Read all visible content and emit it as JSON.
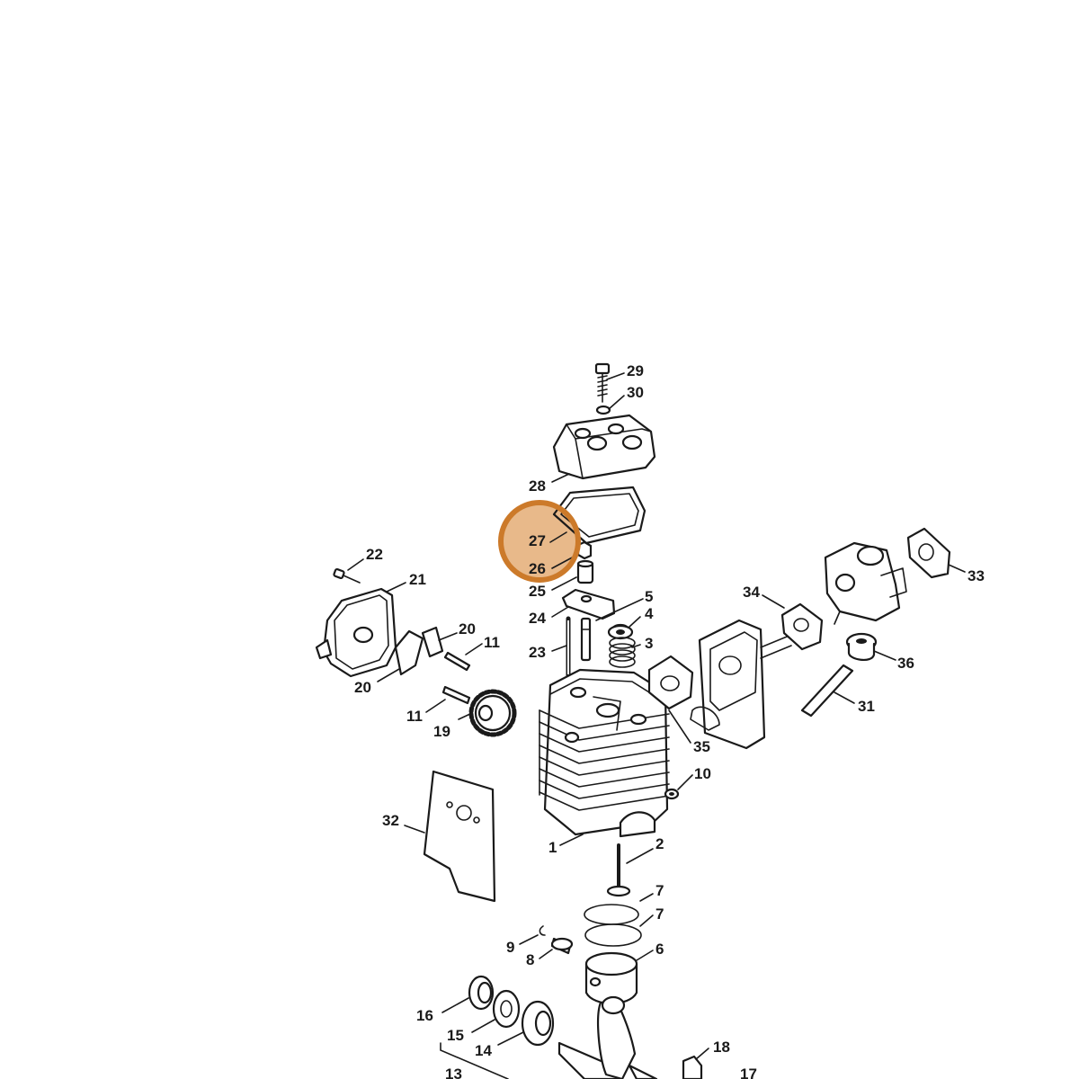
{
  "highlight": {
    "parts": [
      "27",
      "26"
    ],
    "fill": "#e8b98a",
    "stroke": "#cc7a2a"
  },
  "labels": {
    "p1": "1",
    "p2": "2",
    "p3": "3",
    "p4": "4",
    "p5": "5",
    "p6": "6",
    "p7a": "7",
    "p7b": "7",
    "p8": "8",
    "p9": "9",
    "p10": "10",
    "p11a": "11",
    "p11b": "11",
    "p13": "13",
    "p14": "14",
    "p15": "15",
    "p16": "16",
    "p17": "17",
    "p18": "18",
    "p19": "19",
    "p20a": "20",
    "p20b": "20",
    "p21": "21",
    "p22": "22",
    "p23": "23",
    "p24": "24",
    "p25": "25",
    "p26": "26",
    "p27": "27",
    "p28": "28",
    "p29": "29",
    "p30": "30",
    "p31": "31",
    "p32": "32",
    "p33": "33",
    "p34": "34",
    "p35": "35",
    "p36": "36"
  }
}
